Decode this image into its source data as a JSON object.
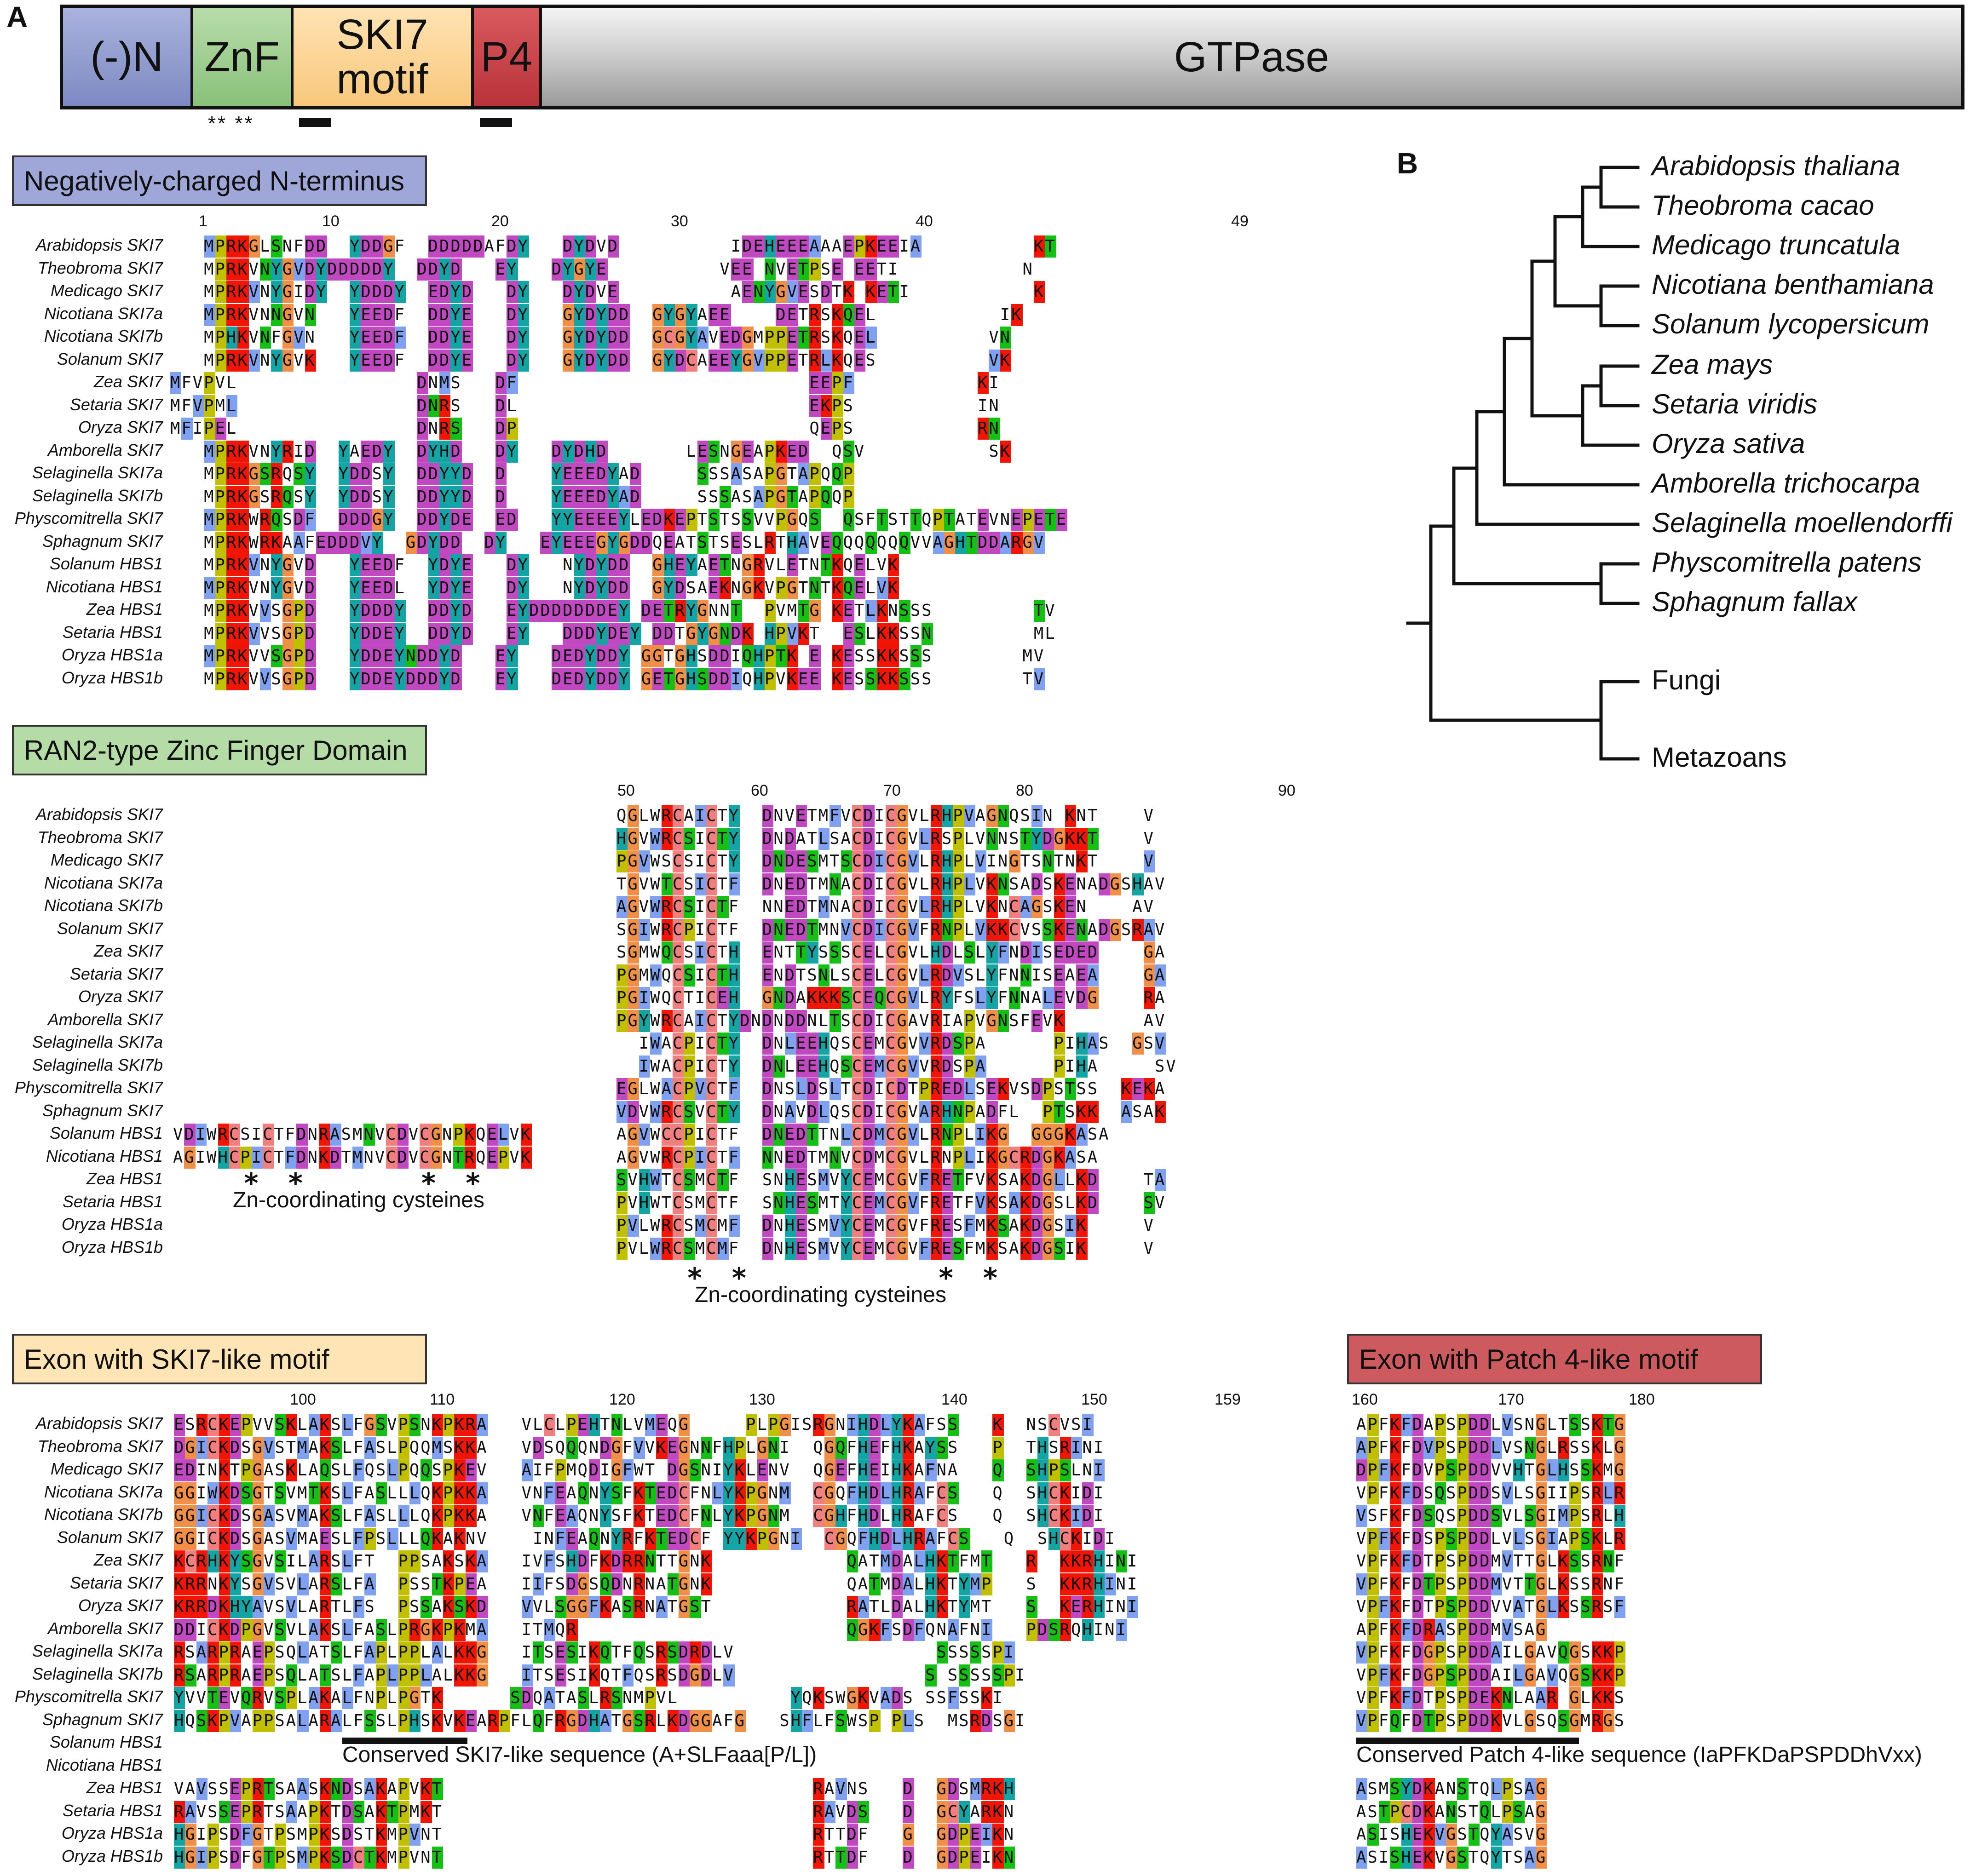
{
  "panels": {
    "a": "A",
    "b": "B"
  },
  "domains": [
    {
      "id": "n",
      "label": "(-)N"
    },
    {
      "id": "znf",
      "label": "ZnF"
    },
    {
      "id": "ski",
      "label": "SKI7 motif"
    },
    {
      "id": "p4",
      "label": "P4"
    },
    {
      "id": "gtp",
      "label": "GTPase"
    }
  ],
  "domain_stars": "** **",
  "sections": {
    "nterm": "Negatively-charged N-terminus",
    "znf": "RAN2-type Zinc Finger Domain",
    "ski7": "Exon with SKI7-like motif",
    "p4": "Exon with Patch 4-like motif"
  },
  "rulers": {
    "nterm": [
      "1",
      "10",
      "20",
      "30",
      "40",
      "49"
    ],
    "znf": [
      "50",
      "60",
      "70",
      "80",
      "90"
    ],
    "ski7": [
      "100",
      "110",
      "120",
      "130",
      "140",
      "150",
      "159"
    ],
    "p4": [
      "160",
      "170",
      "180"
    ]
  },
  "species": {
    "nterm": [
      "Arabidopsis SKI7",
      "Theobroma SKI7",
      "Medicago SKI7",
      "Nicotiana SKI7a",
      "Nicotiana SKI7b",
      "Solanum SKI7",
      "Zea SKI7",
      "Setaria SKI7",
      "Oryza SKI7",
      "Amborella SKI7",
      "Selaginella SKI7a",
      "Selaginella SKI7b",
      "Physcomitrella SKI7",
      "Sphagnum SKI7",
      "Solanum HBS1",
      "Nicotiana HBS1",
      "Zea HBS1",
      "Setaria HBS1",
      "Oryza HBS1a",
      "Oryza HBS1b"
    ],
    "znf": [
      "Arabidopsis SKI7",
      "Theobroma SKI7",
      "Medicago SKI7",
      "Nicotiana SKI7a",
      "Nicotiana SKI7b",
      "Solanum SKI7",
      "Zea SKI7",
      "Setaria SKI7",
      "Oryza SKI7",
      "Amborella SKI7",
      "Selaginella SKI7a",
      "Selaginella SKI7b",
      "Physcomitrella SKI7",
      "Sphagnum SKI7",
      "Solanum HBS1",
      "Nicotiana HBS1",
      "Zea HBS1",
      "Setaria HBS1",
      "Oryza HBS1a",
      "Oryza HBS1b"
    ],
    "ski7": [
      "Arabidopsis SKI7",
      "Theobroma SKI7",
      "Medicago SKI7",
      "Nicotiana SKI7a",
      "Nicotiana SKI7b",
      "Solanum SKI7",
      "Zea SKI7",
      "Setaria SKI7",
      "Oryza SKI7",
      "Amborella SKI7",
      "Selaginella SKI7a",
      "Selaginella SKI7b",
      "Physcomitrella SKI7",
      "Sphagnum SKI7",
      "Solanum HBS1",
      "Nicotiana HBS1",
      "Zea HBS1",
      "Setaria HBS1",
      "Oryza HBS1a",
      "Oryza HBS1b"
    ]
  },
  "seq_n": [
    "   MPRKGLSNFDD  YDDGF  DDDDDAFDY   DYDVD          IDEHEEEAAAEPKEEIA          KT",
    "   MPRKVNYGVDYDDDDDY  DDYD   EY   DYGYE          VEE NVETPSE EETI           N",
    "   MPRKVNYGIDY  YDDDY  EDYD   DY   DYDVE          AENYGVESDTK KETI           K",
    "   MPRKVNNGVN   YEEDF  DDYE   DY   GYDYDD  GYGYAEE    DETRSKQEL           IK",
    "   MPHKVNFGVN   YEEDF  DDYE   DY   GYDYDD  GCGYAVEDGMPPETRSKQEL          VN",
    "   MPRKVNYGVK   YEEDF  DDYE   DY   GYDYDD  GYDCAEEYGVPPETRLKQES          VK",
    "MFVPVL                DNMS   DF                          EEPF           KI",
    "MFVPML                DNRS   DL                          EKPS           IN",
    "MFIPEL                DNRS   DP                          QEPS           RN",
    "   MPRKVNYRID  YAEDY  DYHD   DY   DYDHD       LESNGEAPKED  QSV           SK",
    "   MPRKGSRQSY  YDDSY  DDYYD  D    YEEEDYAD     SSSASAPGTAPQQP",
    "   MPRKGSRQSY  YDDSY  DDYYD  D    YEEEDYAD     SSSASAPGTAPQQP",
    "   MPRKWRQSDF  DDDGY  DDYDE  ED   YYEEEEYLEDKEPTSTSSVVPGQS  QSFTSTTQPTATEVNEPETE",
    "   MPRKWRKAAFEDDDVY  GDYDD  DY   EYEEEGYGDDQEATSTSESLRTHAVEQQQQQQQVVAGHTDDARGV",
    "   MPRKVNYGVD   YEEDF  YDYE   DY   NYDYDD  GHEYAETNGRVLETNTKQELVK",
    "   MPRKVNYGVD   YEEDL  YDYE   DY   NYDYDD  GYDSAEKNGKVPGTNTKQELVK",
    "   MPRKVVSGPD   YDDDY  DDYD   EYDDDDDDDEY DETRYGNNT  PVMTG KETLKNSSS         TV",
    "   MPRKVVSGPD   YDDEY  DDYD   EY   DDDYDEY DDTGYGNDK HPVKT  ESLKKSSN         ML",
    "   MPRKVVSGPD   YDDEYNDDYD   EY   DEDYDDY GGTGHSDDIQHPTK E KESSKKSSS        MV",
    "   MPRKVVSGPD   YDDEYDDDYD   EY   DEDYDDY GETGHSDDIQHPVKEE KESSKKSSS        TV"
  ],
  "seq_z": [
    "QGLWRCAICTY  DNVETMFVCDICGVLRHPVAGNQSIN KNT    V",
    "HGVWRCSICTY  DNDATLSACDICGVLRSPLVNNSTYDGKKT    V",
    "PGVWSCSICTY  DNDESMTSCDICGVLRHPLVINGTSNTNKT    V",
    "TGVWTCSICTF  DNEDTMNACDICGVLRHPLVKNSADSKENADGSHAV",
    "AGVWRCSICTF  NNEDTMNACDICGVLRHPLVKNCAGSKEN    AV",
    "SGIWRCPICTF  DNEDTMNVCDICGVFRNPLVKKCVSSKENADGSRAV",
    "SGMWQCSICTH  ENTTYSSSCELCGVLHDLSLYFNDISEDED    GA",
    "PGMWQCSICTH  ENDTSNLSCELCGVLRDVSLYFNNISEAEA    GA",
    "PGIWQCTICEH  GNDAKKKSCEQCGVLRYFSLYFNNALEVDG    RA",
    "PGYWRCAICTYDNDNDDNLTSCDICGAVRIAPVGNSFEVK       AV",
    "  IWACPICTY  DNLEEHQSCEMCGVVRDSPA      PIHAS  GSV",
    "  IWACPICTY  DNLEEHQSCEMCGVVRDSPA      PIHA     SV",
    "EGLWACPVCTF  DNSLDSLTCDICDTPREDLSEKVSDPSTSS  KEKA",
    "VDVWRCSVCTY  DNAVDLQSCDICGVARHNPADFL  PTSKK  ASAK",
    "AGVWCCPICTF  DNEDTTNLCDMCGVLRNPLIKG  GGGKASA",
    "AGVWRCPICTF  NNEDTMNVCDMCGVLRNPLIKGCRDGKASA",
    "SVHWTCSMCTF  SNHESMVYCEMCGVFRETFVKSAKDGLLKD    TA",
    "PVHWTCSMCTF  SNHESMTYCEMCGVFRETFVKSAKDGSLKD    SV",
    "PVLWRCSMCMF  DNHESMVYCEMCGVFRESFMKSAKDGSIK     V",
    "PVLWRCSMCMF  DNHESMVYCEMCGVFRESFMKSAKDGSIK     V"
  ],
  "seq_zh": {
    "14": "VDIWRCSICTFDNRASMNVCDVCGNPKQELVK",
    "15": "AGIWHCPICTFDNKDTMNVCDVCGNTRQEPVK"
  },
  "seq_s": [
    "ESRCKEPVVSKLAKSLFGSVPSNKPKRA   VLCLPEHTNLVMEQG     PLPGISRGNIHDLYKAFSS   K  NSCVSI",
    "DGICKDSGVSTMAKSLFASLPQQMSKKA   VDSQQQNDGFVVKEGNNFHPLGNI  QGQFHEFHKAYSS   P  THSRINI",
    "EDINKTPGASKLAQSLFQSLPQQSPKEV   AIFPMQDIGFWT DGSNIYKLENV  QGEFHEIHKAFNA   Q  SHPSLNI",
    "GGIWKDSGTSVMTKSLFASLLLQKPKKA   VNFEAQNYSFKTEDCFNLYKPGNM  CGQFHDLHRAFCS   Q  SHCKIDI",
    "GGICKDSGASVMAKSLFASLLLQKPKKA   VNFEAQNYSFKTEDCFNLYKPGNM  CGHFHDLHRAFCS   Q  SHCKIDI",
    "GGICKDSGASVMAESLFPSLLLQKAKNV    INFEAQNYRFKTEDCF YYKPGNI  CGQFHDLHRAFCS   Q  SHCKIDI",
    "KCRHKYSGVSILARSLFT  PPSAKSKA   IVFSHDFKDRRNTTGNK            QATMDALHKTFMT   R  KKRHINI",
    "KRRNKYSGVSVLARSLFA  PSSTKPEA   IIFSDGSQDNRNATGNK            QATMDALHKTYMP   S  KKRHINI",
    "KRRDKHYAVSVLARTLFS  PSSAKSKD   VVLSGGFKASRNATGST            RATLDALHKTYMT   S  KERHINI",
    "DDICKDPGVSVLAKSLFASLPRGKPKMA   ITMQR                        QGKFSDFQNAFNI   PDSRQHINI",
    "RSARPRAEPSQLATSLFAPLPPLALKKG   ITSESIKQTFQSRSDRDLV                  SSSSSPI",
    "RSARPRAEPSQLATSLFAPLPPLALKKG   ITSESIKQTFQSRSDGDLV                 S SSSSSPI",
    "YVVTEVQRVSPLAKALFNPLPGTK      SDQATASLRSNMPVL          YQKSWGKVADS SSFSSKI",
    "HQSKPVAPPSALARALFSSLPHSKVKEARPFLQFRGDHATGSRLKDGGAFG   SHFLFSWSP PLS  MSRDSGI",
    "",
    "",
    "VAVSSEPRTSAASKNDSAKAPVKT                                 RAVNS   D  GDSMRKH",
    "RAVSSEPRTSAAPKTDSAKTPMKT                                 RAVDS   D  GCYARKN",
    "HGIPSDFGTPSMPKSDSTKMPVNT                                 RTTDF   G  GDPEIKN",
    "HGIPSDFGTPSMPKSDCTKMPVNT                                 RTTDF   D  GDPEIKN"
  ],
  "seq_p": [
    "APFKFDAPSPDDLVSNGLTSSKTG",
    "APFKFDVPSPDDLVSNGLRSSKLG",
    "DPFKFDVPSPDDVVHTGLHSSKMG",
    "VPFKFDSQSPDDSVLSGIIPSRLR",
    "VSFKFDSQSPDDSVLSGIMPSRLH",
    "VPFKFDSPSPDDLVLSGIAPSKLR",
    "VPFKFDTPSPDDMVTTGLKSSRNF",
    "VPFKFDTPSPDDMVTTGLKSSRNF",
    "VPFKFDTPSPDDVVATGLKSSRSF",
    "APFKFDRASPDDMVSAG",
    "VPFKFDGPSPDDAILGAVQGSKKP",
    "VPFKFDGPSPDDAILGAVQGSKKP",
    "VPFKFDTPSPDEKNLAAR GLKKS",
    "VPFQFDTPSPDDKVLGSQSGMRGS",
    "",
    "",
    "ASMSYDKANSTQLPSAG",
    "ASTPCDKANSTQLPSAG",
    "ASISHEKVGSTQYASVG",
    "ASISHEKVGSTQYTSAG"
  ],
  "annotations": {
    "zn_cys_1": "Zn-coordinating cysteines",
    "zn_cys_2": "Zn-coordinating cysteines",
    "ski7_cons": "Conserved SKI7-like sequence (A+SLFaaa[P/L])",
    "p4_cons": "Conserved Patch 4-like sequence (IaPFKDaPSPDDhVxx)",
    "star_row_1": "*  *        *  *",
    "star_row_2": "*  *             *  *"
  },
  "tree": {
    "taxa": [
      "Arabidopsis thaliana",
      "Theobroma cacao",
      "Medicago truncatula",
      "Nicotiana benthamiana",
      "Solanum lycopersicum",
      "Zea mays",
      "Setaria viridis",
      "Oryza sativa",
      "Amborella trichocarpa",
      "Selaginella moellendorffi",
      "Physcomitrella patens",
      "Sphagnum fallax",
      "Fungi",
      "Metazoans"
    ]
  },
  "colors": {
    "B": "#80a0f0",
    "R": "#f01505",
    "M": "#c048c0",
    "C": "#f08080",
    "G": "#f09048",
    "P": "#c0c000",
    "T": "#15c015",
    "Y": "#15a4a4"
  }
}
